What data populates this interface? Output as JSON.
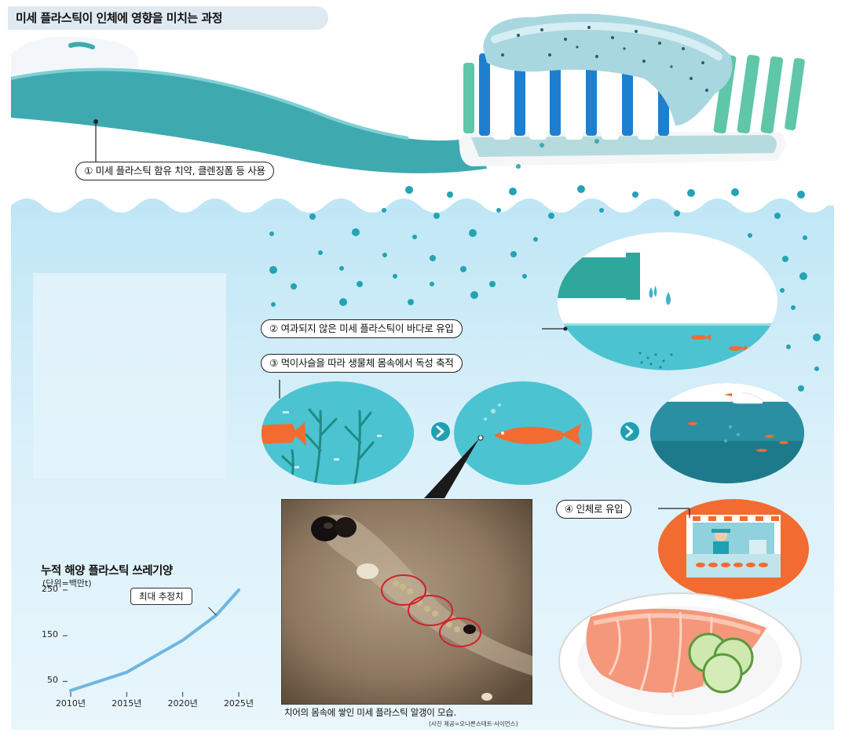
{
  "title": "미세 플라스틱이 인체에 영향을 미치는 과정",
  "steps": [
    {
      "label": "① 미세 플라스틱 함유 치약, 클렌징폼 등 사용"
    },
    {
      "label": "② 여과되지 않은 미세 플라스틱이 바다로 유입"
    },
    {
      "label": "③ 먹이사슬을 따라 생물체 몸속에서 독성 축적"
    },
    {
      "label": "④ 인체로 유입"
    }
  ],
  "photo": {
    "caption": "치어의 몸속에 쌓인 미세 플라스틱 알갱이 모습.",
    "credit": "(사진 제공=오나른스테트·사이언스)"
  },
  "colors": {
    "teal": "#3eaab0",
    "sea": "#4cc3d0",
    "sky": "#d8eff8",
    "orange": "#f26b30",
    "bristle_blue": "#1e7fd0",
    "chart_line": "#6db6e0"
  },
  "chart_data": {
    "type": "line",
    "title": "누적 해양 플라스틱 쓰레기양",
    "unit": "(단위=백만t)",
    "x": [
      2010,
      2015,
      2020,
      2023,
      2025
    ],
    "y": [
      30,
      70,
      140,
      195,
      250
    ],
    "x_tick_labels": [
      "2010년",
      "2015년",
      "2020년",
      "2025년"
    ],
    "x_ticks": [
      2010,
      2015,
      2020,
      2025
    ],
    "y_ticks": [
      50,
      150,
      250
    ],
    "xlim": [
      2010,
      2025
    ],
    "ylim": [
      30,
      250
    ],
    "annotation": {
      "text": "최대 추정치",
      "x": 2023,
      "y": 195
    },
    "grid": false
  }
}
